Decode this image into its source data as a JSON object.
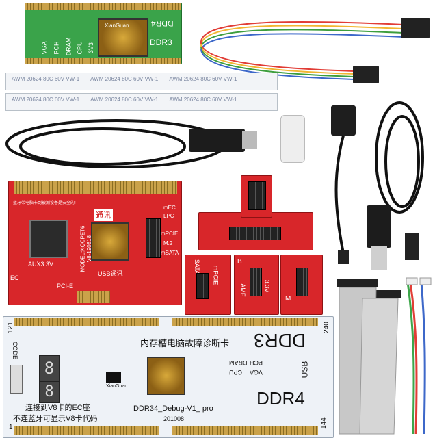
{
  "scene": {
    "description_items": [
      "ddr-test-card",
      "ribbon-cables",
      "usb-cables",
      "adapter",
      "pci-e-card",
      "slot-adapters",
      "ddr3-ddr4-card",
      "jumper-cables"
    ]
  },
  "ddr_small_card": {
    "brand": "XianGuan",
    "labels": [
      "VGA",
      "PCH",
      "DRAM",
      "CPU",
      "3V3"
    ],
    "model": "DDR3",
    "model2": "DDR4"
  },
  "ribbons": {
    "text": "AWM  20624  80C  60V  VW-1"
  },
  "pci_card": {
    "title": "蓝牙带电脑卡到被测设备是安全的!",
    "badge": "通讯",
    "model": "MODEL:KQCPET6",
    "version": "V8-190818",
    "labels": [
      "mEC",
      "LPC",
      "mPCIE",
      "M.2",
      "mSATA",
      "EC",
      "AUX3.3V",
      "PCI-E",
      "USB通讯"
    ]
  },
  "adapters": {
    "sata": "SATA",
    "mpcie": "mPCIE",
    "b": "B",
    "m": "M",
    "ame": "AME",
    "v33": "3.3V"
  },
  "ddr_main": {
    "left_num": "121",
    "right_num": "240",
    "code": "CODE",
    "title_cn": "内存槽电脑故障诊断卡",
    "ddr3": "DDR3",
    "ddr4": "DDR4",
    "indicators": [
      "DRAM",
      "CPU",
      "PCH",
      "VGA"
    ],
    "usb": "USB",
    "brand": "XianGuan",
    "connect_note": "连接到V8卡的EC座",
    "bottom_note": "不连蓝牙可显示V8卡代码",
    "debug_label": "DDR34_Debug-V1_ pro",
    "date": "201008",
    "left_bottom": "1",
    "right_bottom": "144",
    "segments": [
      "8",
      "8"
    ]
  },
  "colors": {
    "pcb_red": "#d8262a",
    "pcb_green": "#3aa34a",
    "pcb_white": "#eef2f7",
    "gold": "#caa24a"
  }
}
